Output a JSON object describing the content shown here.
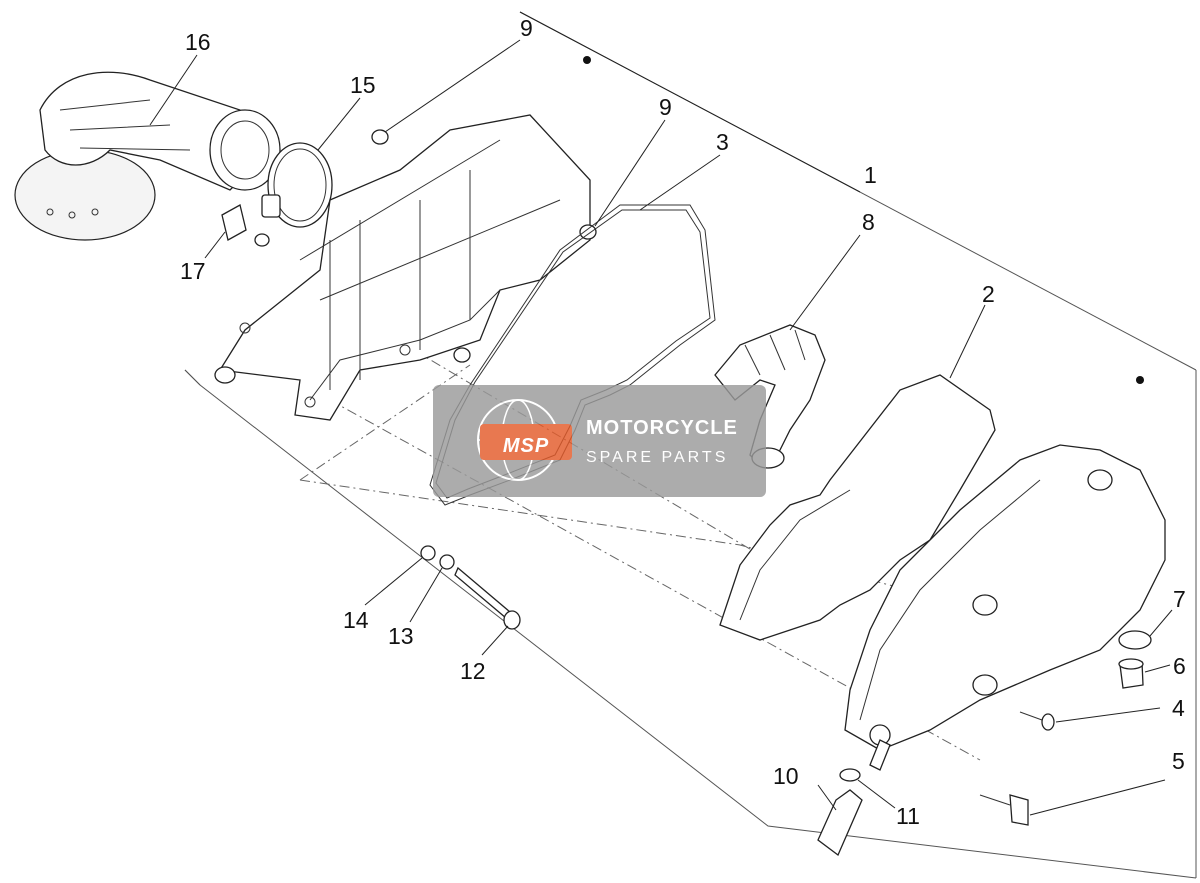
{
  "diagram": {
    "part_labels": [
      "16",
      "15",
      "9",
      "9",
      "3",
      "1",
      "8",
      "2",
      "17",
      "14",
      "13",
      "12",
      "7",
      "6",
      "4",
      "5",
      "10",
      "11"
    ]
  },
  "watermark": {
    "logo_text": "MSP",
    "line1": "MOTORCYCLE",
    "line2": "SPARE PARTS",
    "bg_color": "#9a9a9a",
    "accent_color": "#e35b2a"
  }
}
